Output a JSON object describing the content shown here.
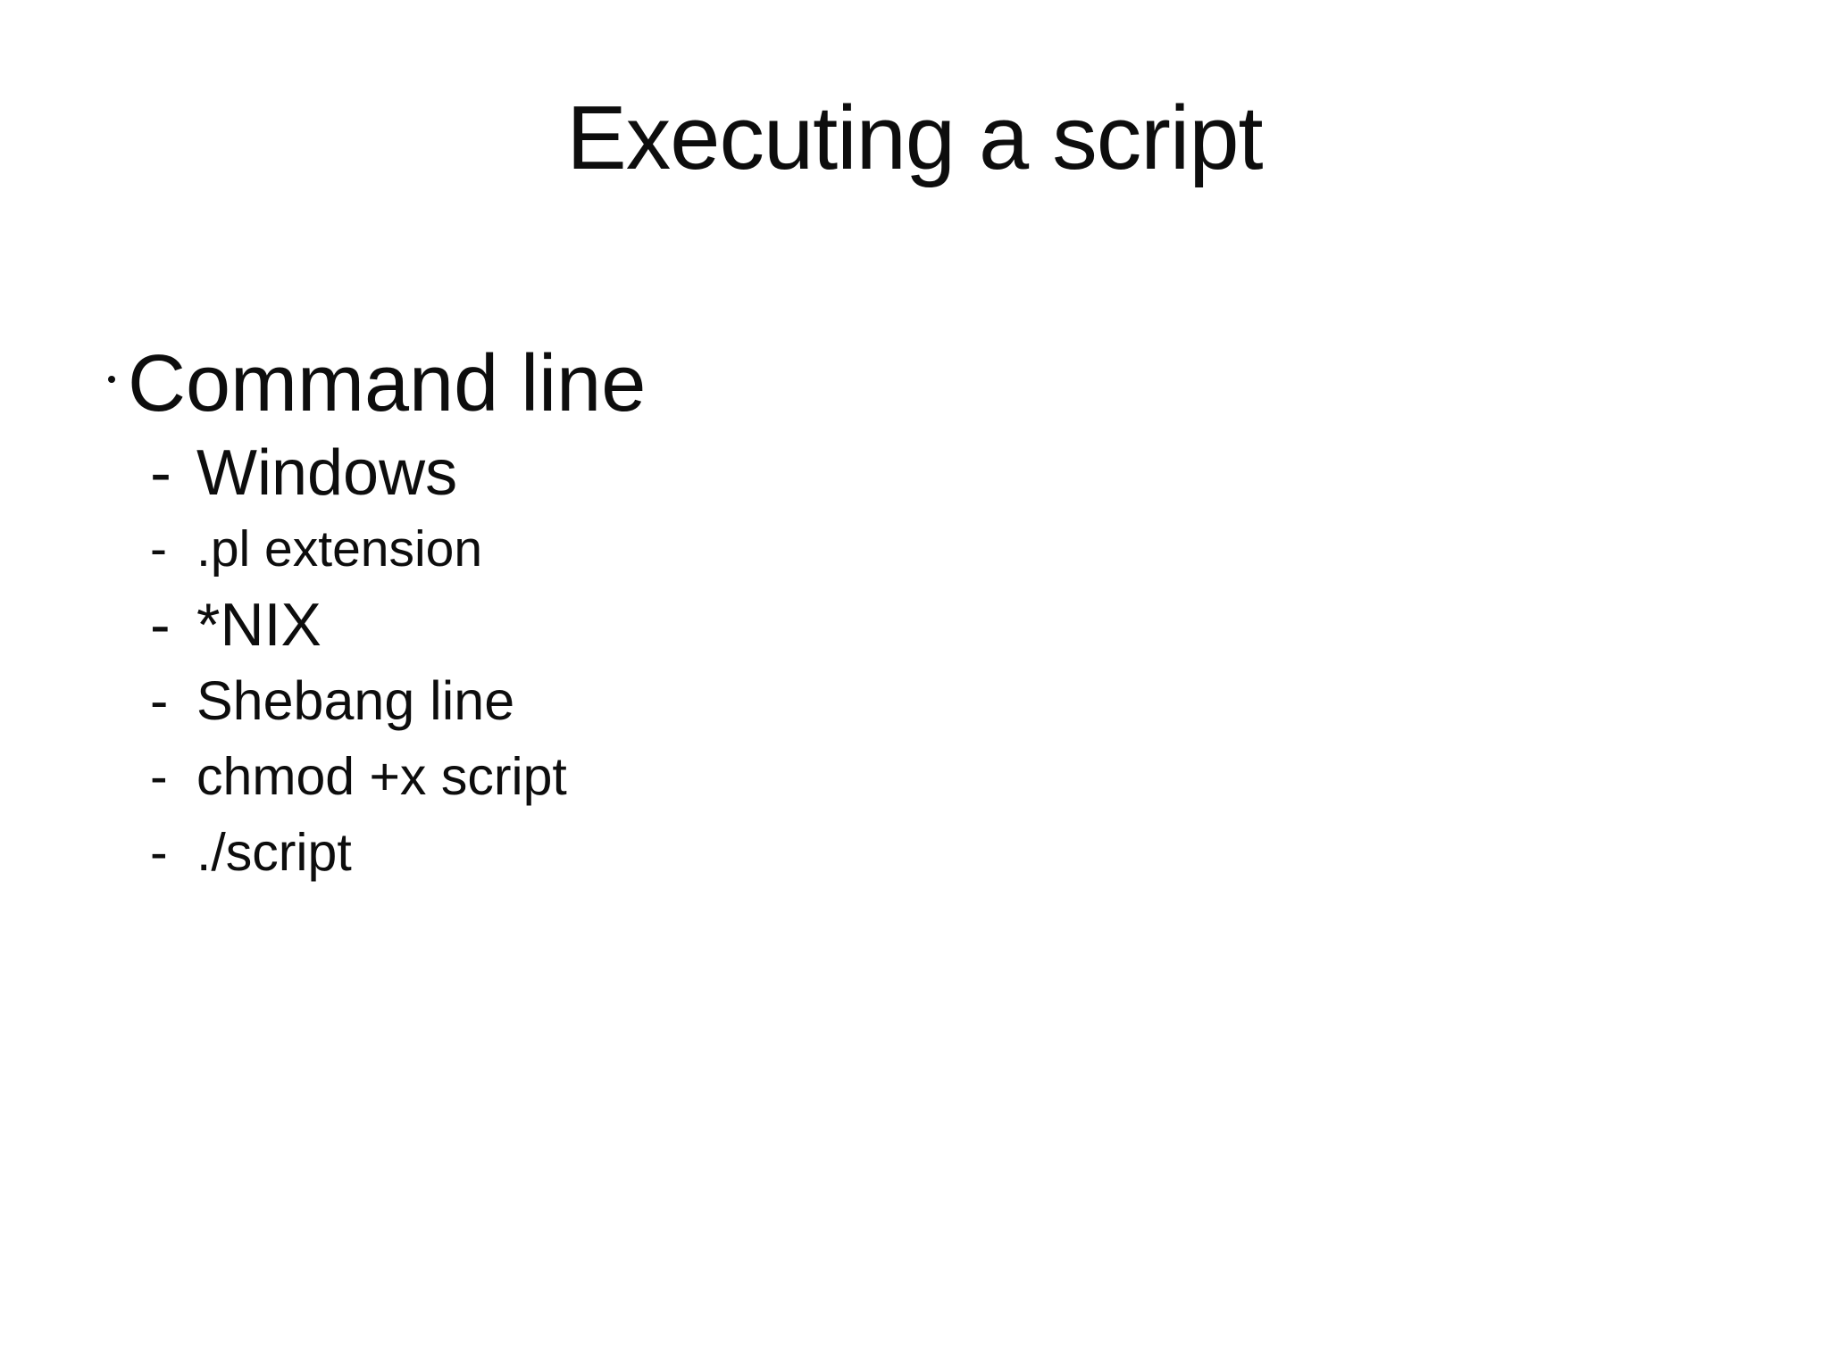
{
  "slide": {
    "title": "Executing a script",
    "bullets": {
      "level1": {
        "label": "Command line"
      },
      "level2": [
        {
          "marker": "-",
          "label": "Windows"
        },
        {
          "marker": "-",
          "label": ".pl extension"
        },
        {
          "marker": "-",
          "label": "*NIX"
        },
        {
          "marker": "-",
          "label": "Shebang line"
        },
        {
          "marker": "-",
          "label": "chmod +x script"
        },
        {
          "marker": "-",
          "label": "./script"
        }
      ]
    },
    "colors": {
      "background": "#ffffff",
      "text": "#0d0d0d"
    }
  }
}
